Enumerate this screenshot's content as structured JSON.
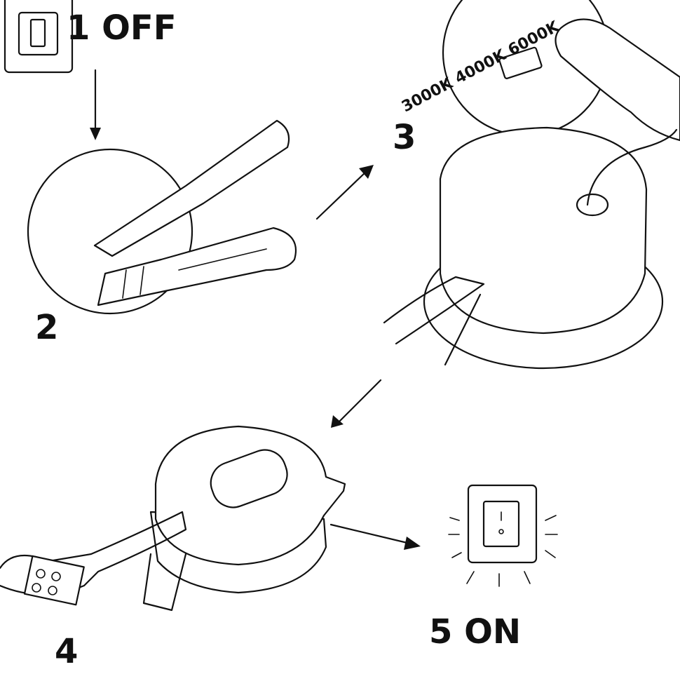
{
  "steps": [
    {
      "number": "1",
      "label": "OFF"
    },
    {
      "number": "2",
      "label": ""
    },
    {
      "number": "3",
      "label": ""
    },
    {
      "number": "4",
      "label": ""
    },
    {
      "number": "5",
      "label": "ON"
    }
  ],
  "color_temperatures": [
    "3000K",
    "4000K",
    "6000K"
  ],
  "colors": {
    "ink": "#111111",
    "background": "#ffffff"
  }
}
